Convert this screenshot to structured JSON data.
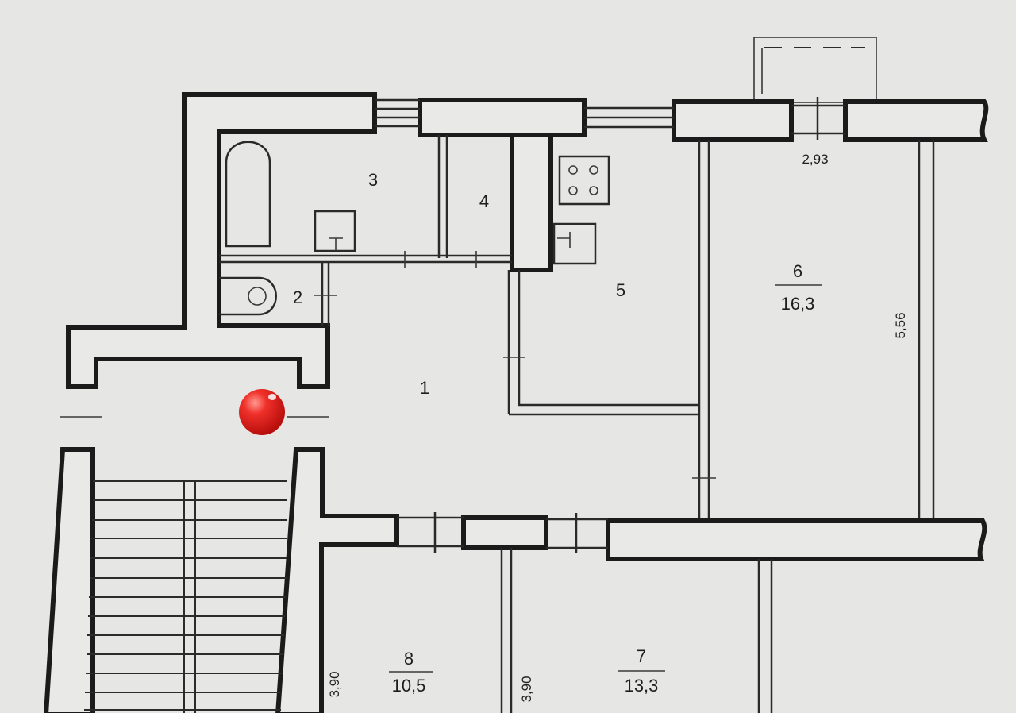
{
  "rooms": {
    "r1": {
      "number": "1"
    },
    "r2": {
      "number": "2"
    },
    "r3": {
      "number": "3"
    },
    "r4": {
      "number": "4"
    },
    "r5": {
      "number": "5"
    },
    "r6": {
      "number": "6",
      "area": "16,3"
    },
    "r7": {
      "number": "7",
      "area": "13,3"
    },
    "r8": {
      "number": "8",
      "area": "10,5"
    }
  },
  "dimensions": {
    "balcony_width": "2,93",
    "room6_length": "5,56",
    "room8_length": "3,90",
    "room7_length": "3,90"
  },
  "marker": {
    "color": "#e0201c"
  },
  "colors": {
    "paper": "#e6e7e4",
    "wall_line": "#1b1b1b"
  }
}
